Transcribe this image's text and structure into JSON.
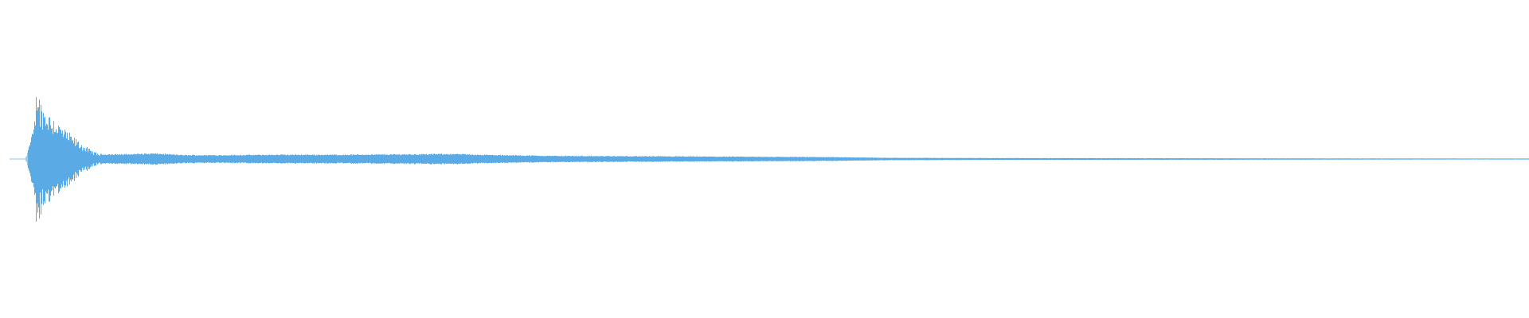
{
  "waveform": {
    "color": "#5aabe5",
    "lead_in_color": "#9ccbee",
    "description_kind": "audio-amplitude-envelope",
    "amplitude_envelope": [
      {
        "t": 0.0,
        "a": 0.005
      },
      {
        "t": 0.01,
        "a": 0.005
      },
      {
        "t": 0.016,
        "a": 0.4
      },
      {
        "t": 0.018,
        "a": 1.0
      },
      {
        "t": 0.02,
        "a": 0.7
      },
      {
        "t": 0.023,
        "a": 0.62
      },
      {
        "t": 0.027,
        "a": 0.55
      },
      {
        "t": 0.031,
        "a": 0.47
      },
      {
        "t": 0.035,
        "a": 0.38
      },
      {
        "t": 0.04,
        "a": 0.3
      },
      {
        "t": 0.045,
        "a": 0.22
      },
      {
        "t": 0.05,
        "a": 0.15
      },
      {
        "t": 0.055,
        "a": 0.09
      },
      {
        "t": 0.06,
        "a": 0.06
      },
      {
        "t": 0.075,
        "a": 0.06
      },
      {
        "t": 0.095,
        "a": 0.07
      },
      {
        "t": 0.115,
        "a": 0.05
      },
      {
        "t": 0.14,
        "a": 0.05
      },
      {
        "t": 0.18,
        "a": 0.055
      },
      {
        "t": 0.22,
        "a": 0.055
      },
      {
        "t": 0.26,
        "a": 0.06
      },
      {
        "t": 0.29,
        "a": 0.065
      },
      {
        "t": 0.32,
        "a": 0.05
      },
      {
        "t": 0.36,
        "a": 0.04
      },
      {
        "t": 0.42,
        "a": 0.035
      },
      {
        "t": 0.48,
        "a": 0.03
      },
      {
        "t": 0.54,
        "a": 0.025
      },
      {
        "t": 0.58,
        "a": 0.015
      },
      {
        "t": 0.65,
        "a": 0.012
      },
      {
        "t": 0.75,
        "a": 0.01
      },
      {
        "t": 0.85,
        "a": 0.008
      },
      {
        "t": 1.0,
        "a": 0.006
      }
    ]
  }
}
